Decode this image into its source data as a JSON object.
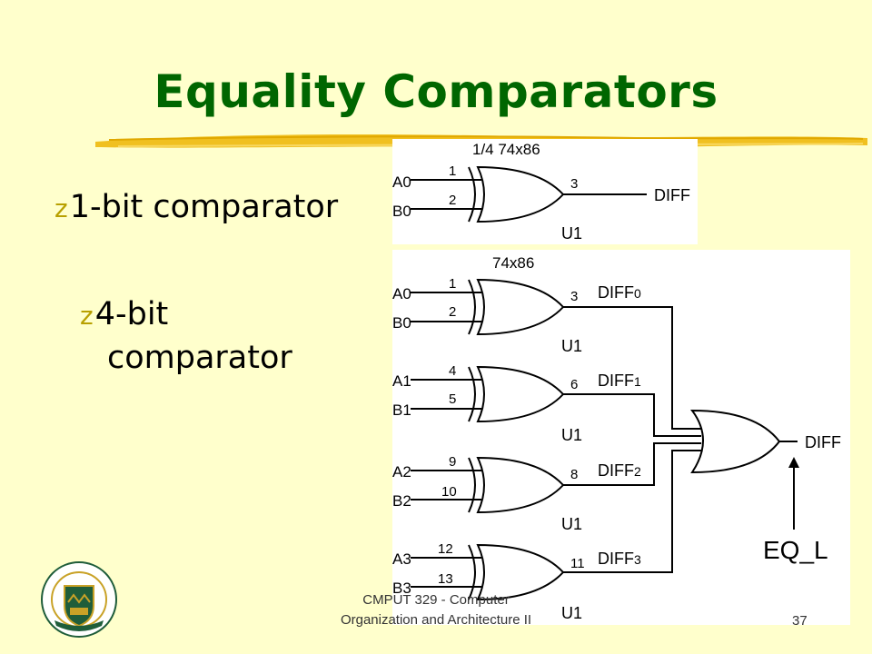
{
  "slide": {
    "title": "Equality Comparators",
    "bullet_mark": "z",
    "bullets": [
      "1-bit comparator",
      "4-bit",
      "comparator"
    ],
    "footer_line1": "CMPUT 329 - Computer",
    "footer_line2": "Organization and Architecture II",
    "page_number": "37"
  },
  "diagram1": {
    "chip_label": "1/4 74x86",
    "inputs": [
      "A0",
      "B0"
    ],
    "pins": [
      "1",
      "2",
      "3"
    ],
    "output": "DIFF",
    "unit": "U1"
  },
  "diagram2": {
    "chip_label": "74x86",
    "gates": [
      {
        "a": "A0",
        "b": "B0",
        "pa": "1",
        "pb": "2",
        "pout": "3",
        "out": "DIFF",
        "sub": "0",
        "unit": "U1"
      },
      {
        "a": "A1",
        "b": "B1",
        "pa": "4",
        "pb": "5",
        "pout": "6",
        "out": "DIFF",
        "sub": "1",
        "unit": "U1"
      },
      {
        "a": "A2",
        "b": "B2",
        "pa": "9",
        "pb": "10",
        "pout": "8",
        "out": "DIFF",
        "sub": "2",
        "unit": "U1"
      },
      {
        "a": "A3",
        "b": "B3",
        "pa": "12",
        "pb": "13",
        "pout": "11",
        "out": "DIFF",
        "sub": "3",
        "unit": "U1"
      }
    ],
    "final_output": "DIFF",
    "annotation": "EQ_L"
  },
  "colors": {
    "background": "#FFFFCC",
    "title": "#006600",
    "bullet_mark": "#B8A000",
    "brush": "#F0C020"
  }
}
